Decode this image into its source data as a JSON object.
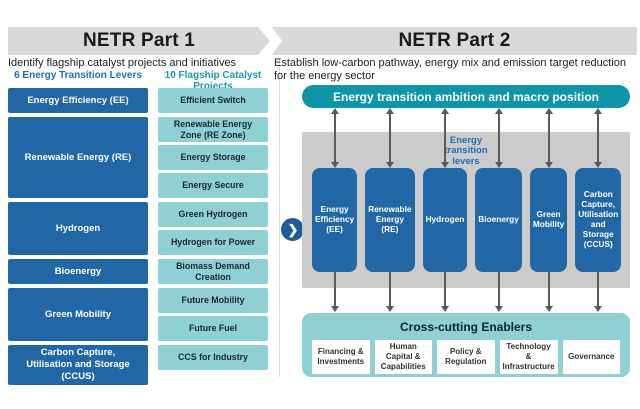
{
  "part1": {
    "title": "NETR Part 1",
    "subtitle": "Identify flagship catalyst projects and initiatives",
    "levers_header": "6 Energy Transition Levers",
    "projects_header": "10 Flagship Catalyst Projects",
    "groups": [
      {
        "lever": "Energy Efficiency (EE)",
        "projects": [
          "Efficient Switch"
        ]
      },
      {
        "lever": "Renewable Energy (RE)",
        "projects": [
          "Renewable Energy Zone (RE Zone)",
          "Energy Storage",
          "Energy Secure"
        ]
      },
      {
        "lever": "Hydrogen",
        "projects": [
          "Green Hydrogen",
          "Hydrogen for Power"
        ]
      },
      {
        "lever": "Bioenergy",
        "projects": [
          "Biomass Demand Creation"
        ]
      },
      {
        "lever": "Green Mobility",
        "projects": [
          "Future Mobility",
          "Future Fuel"
        ]
      },
      {
        "lever": "Carbon Capture, Utilisation and Storage (CCUS)",
        "projects": [
          "CCS for Industry"
        ]
      }
    ]
  },
  "part2": {
    "title": "NETR Part 2",
    "subtitle": "Establish low-carbon pathway, energy mix and emission target reduction for the energy sector",
    "ambition_banner": "Energy transition ambition and macro position",
    "levers_label": "Energy\ntransition\nlevers",
    "levers": [
      "Energy Efficiency (EE)",
      "Renewable Energy (RE)",
      "Hydrogen",
      "Bioenergy",
      "Green Mobility",
      "Carbon Capture, Utilisation and Storage (CCUS)"
    ],
    "enablers": {
      "title": "Cross-cutting Enablers",
      "items": [
        "Financing & Investments",
        "Human Capital & Capabilities",
        "Policy & Regulation",
        "Technology & Infrastructure",
        "Governance"
      ]
    }
  },
  "icons": {
    "chevron_right": "❯"
  },
  "colors": {
    "banner_bg": "#d9d9d9",
    "blue_box": "#2166a5",
    "blue_text": "#1e6cb5",
    "teal_box": "#8fd0d5",
    "teal_text": "#1a9aae",
    "pill_bg": "#0e95a8",
    "panel_bg": "#cbcbcb",
    "arrow": "#5a5a5a",
    "chevron_bg": "#1d5e96"
  }
}
